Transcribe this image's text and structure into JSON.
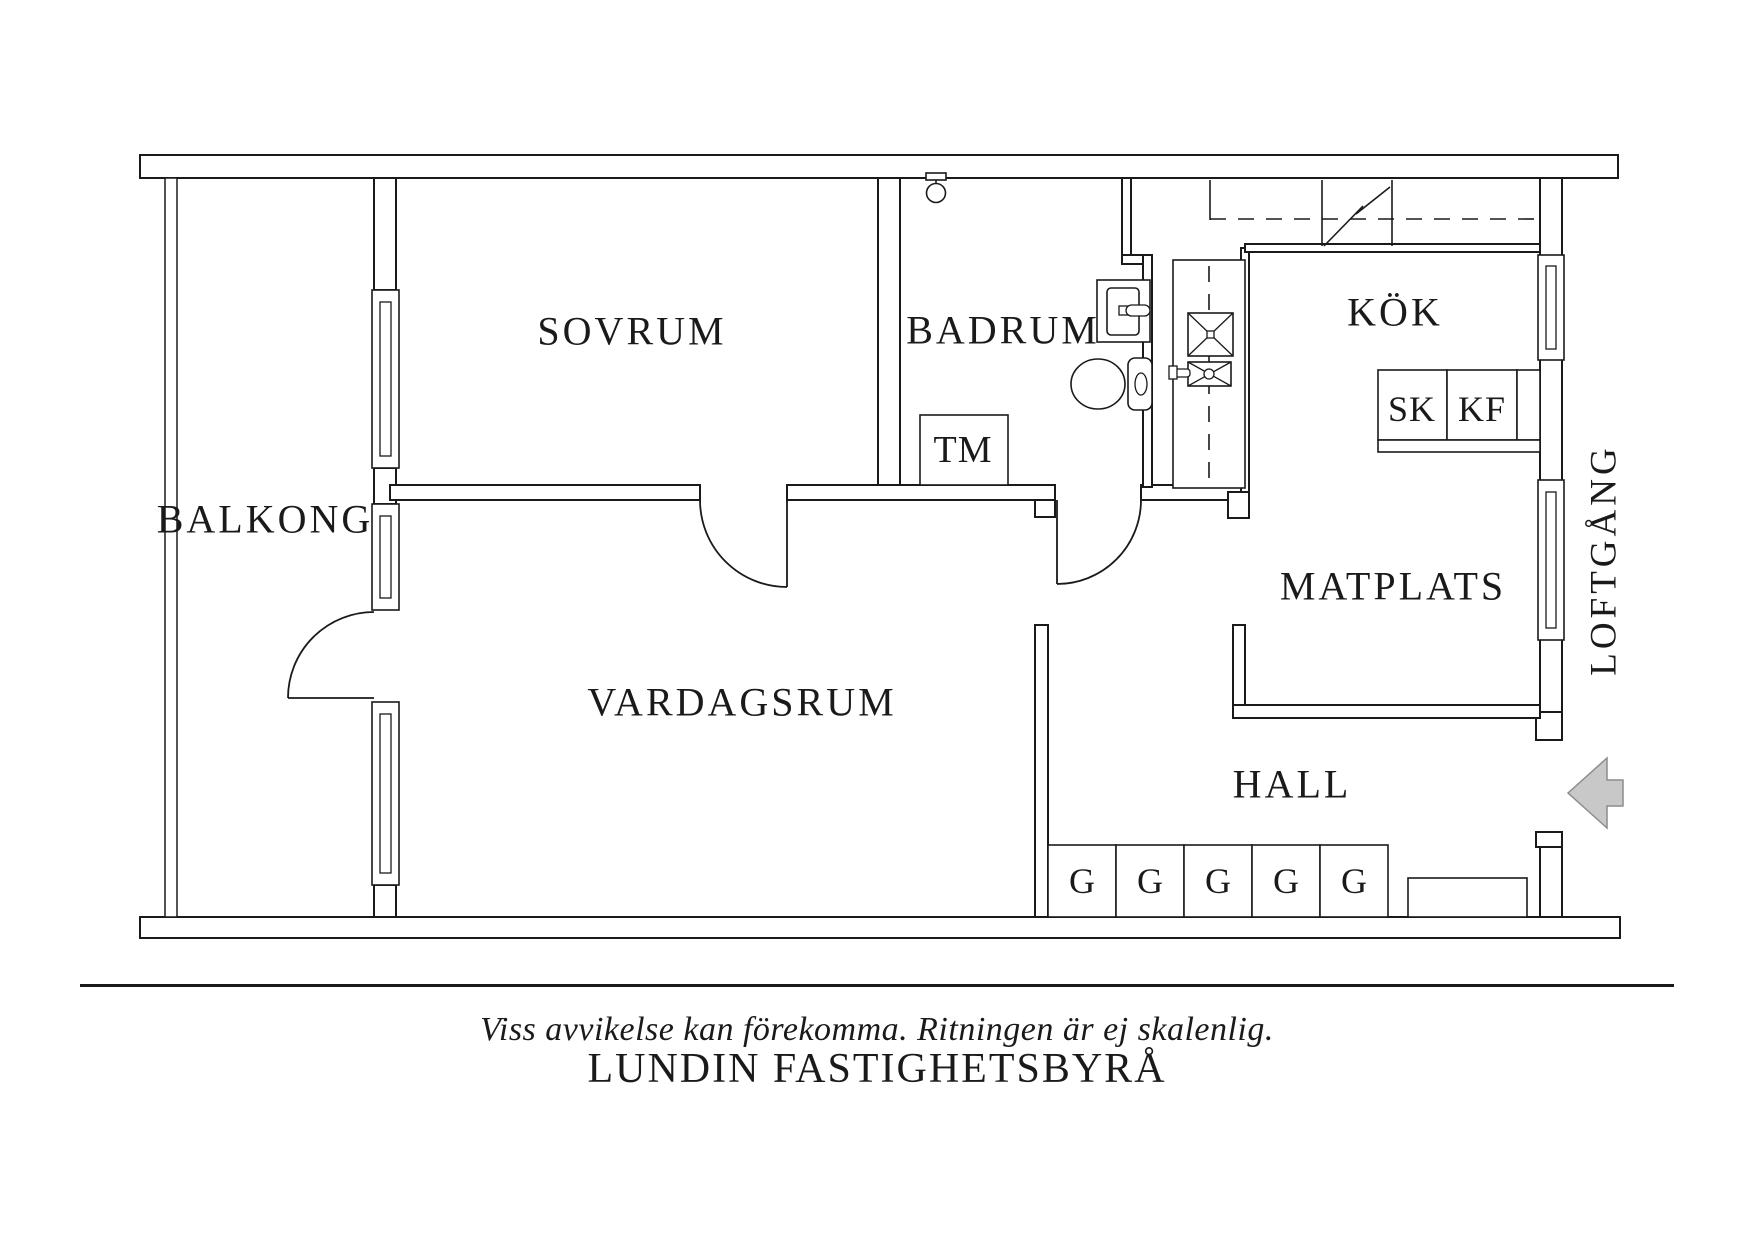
{
  "rooms": {
    "balkong": "BALKONG",
    "sovrum": "SOVRUM",
    "badrum": "BADRUM",
    "kok": "KÖK",
    "matplats": "MATPLATS",
    "hall": "HALL",
    "vardagsrum": "VARDAGSRUM"
  },
  "fixtures": {
    "washing_machine": "TM",
    "cleaning_cabinet": "SK",
    "fridge_freezer": "KF",
    "wardrobe": "G"
  },
  "exterior": {
    "loftgang": "LOFTGÅNG"
  },
  "footer": {
    "disclaimer": "Viss avvikelse kan förekomma. Ritningen är ej skalenlig.",
    "company": "LUNDIN FASTIGHETSBYRÅ"
  },
  "colors": {
    "line": "#1a1a1a",
    "arrow_fill": "#c8c8c8",
    "arrow_stroke": "#8c8c8c"
  }
}
